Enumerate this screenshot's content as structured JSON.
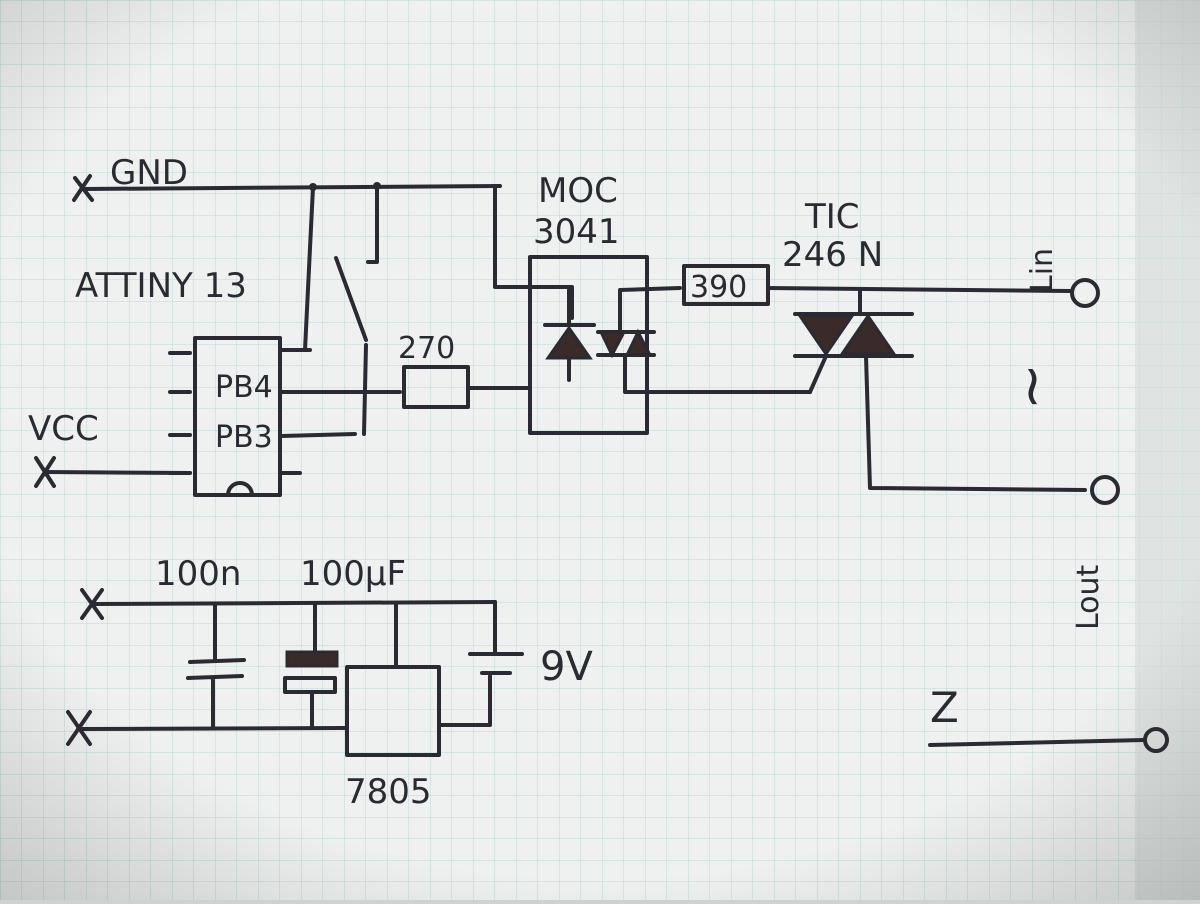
{
  "labels": {
    "gnd": "GND",
    "vcc": "VCC",
    "attiny": "ATTINY 13",
    "pb4": "PB4",
    "pb3": "PB3",
    "r270": "270",
    "moc_line1": "MOC",
    "moc_line2": "3041",
    "r390": "390",
    "tic_line1": "TIC",
    "tic_line2": "246 N",
    "lin": "Lin",
    "tilde": "~",
    "lout": "Lout",
    "z": "Z",
    "c100n": "100n",
    "c100uf": "100µF",
    "v9": "9V",
    "reg7805": "7805"
  },
  "colors": {
    "paper": "#eef1ef",
    "grid": "#b9d9d4",
    "ink": "#2b2a33",
    "fill_ink": "#3a2a28"
  }
}
